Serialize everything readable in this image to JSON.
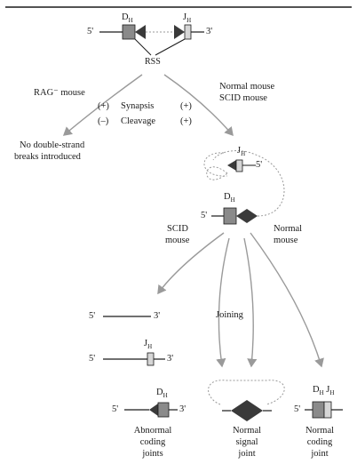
{
  "labels": {
    "top_dh": "D",
    "top_dh_sub": "H",
    "top_jh": "J",
    "top_jh_sub": "H",
    "five_prime": "5'",
    "three_prime": "3'",
    "rss": "RSS",
    "rag_mouse": "RAG⁻ mouse",
    "normal_mouse": "Normal mouse",
    "scid_mouse_top": "SCID mouse",
    "synapsis_left": "(+)",
    "synapsis": "Synapsis",
    "synapsis_right": "(+)",
    "cleavage_left": "(–)",
    "cleavage": "Cleavage",
    "cleavage_right": "(+)",
    "no_breaks_1": "No double-strand",
    "no_breaks_2": "breaks introduced",
    "loop_jh": "J",
    "loop_jh_sub": "H",
    "mid_dh": "D",
    "mid_dh_sub": "H",
    "scid_branch_1": "SCID",
    "scid_branch_2": "mouse",
    "normal_branch_1": "Normal",
    "normal_branch_2": "mouse",
    "joining": "Joining",
    "jh_small": "J",
    "jh_small_sub": "H",
    "dh_abn": "D",
    "dh_abn_sub": "H",
    "dhjh_1": "D",
    "dhjh_1_sub": "H",
    "dhjh_2": "J",
    "dhjh_2_sub": "H",
    "abn_1": "Abnormal",
    "abn_2": "coding",
    "abn_3": "joints",
    "sig_1": "Normal",
    "sig_2": "signal",
    "sig_3": "joint",
    "cod_1": "Normal",
    "cod_2": "coding",
    "cod_3": "joint"
  },
  "colors": {
    "line": "#1a1a1a",
    "arrow": "#9a9a9a",
    "gray_fill": "#8a8a8a",
    "dark_fill": "#3a3a3a",
    "light_fill": "#d6d6d6"
  }
}
